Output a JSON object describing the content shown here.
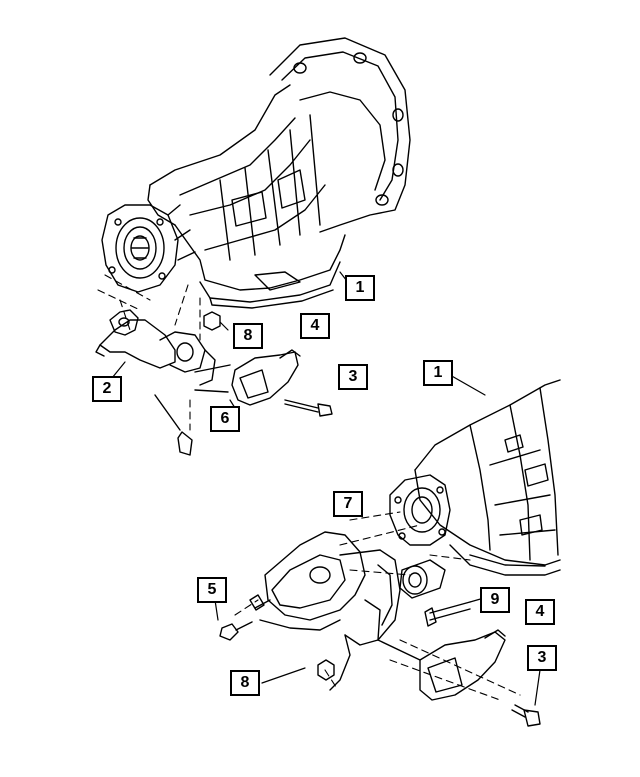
{
  "callouts": [
    {
      "id": "c1a",
      "label": "1"
    },
    {
      "id": "c8a",
      "label": "8"
    },
    {
      "id": "c4a",
      "label": "4"
    },
    {
      "id": "c3a",
      "label": "3"
    },
    {
      "id": "c2",
      "label": "2"
    },
    {
      "id": "c6",
      "label": "6"
    },
    {
      "id": "c1b",
      "label": "1"
    },
    {
      "id": "c7",
      "label": "7"
    },
    {
      "id": "c5",
      "label": "5"
    },
    {
      "id": "c9",
      "label": "9"
    },
    {
      "id": "c4b",
      "label": "4"
    },
    {
      "id": "c3b",
      "label": "3"
    },
    {
      "id": "c8b",
      "label": "8"
    }
  ]
}
